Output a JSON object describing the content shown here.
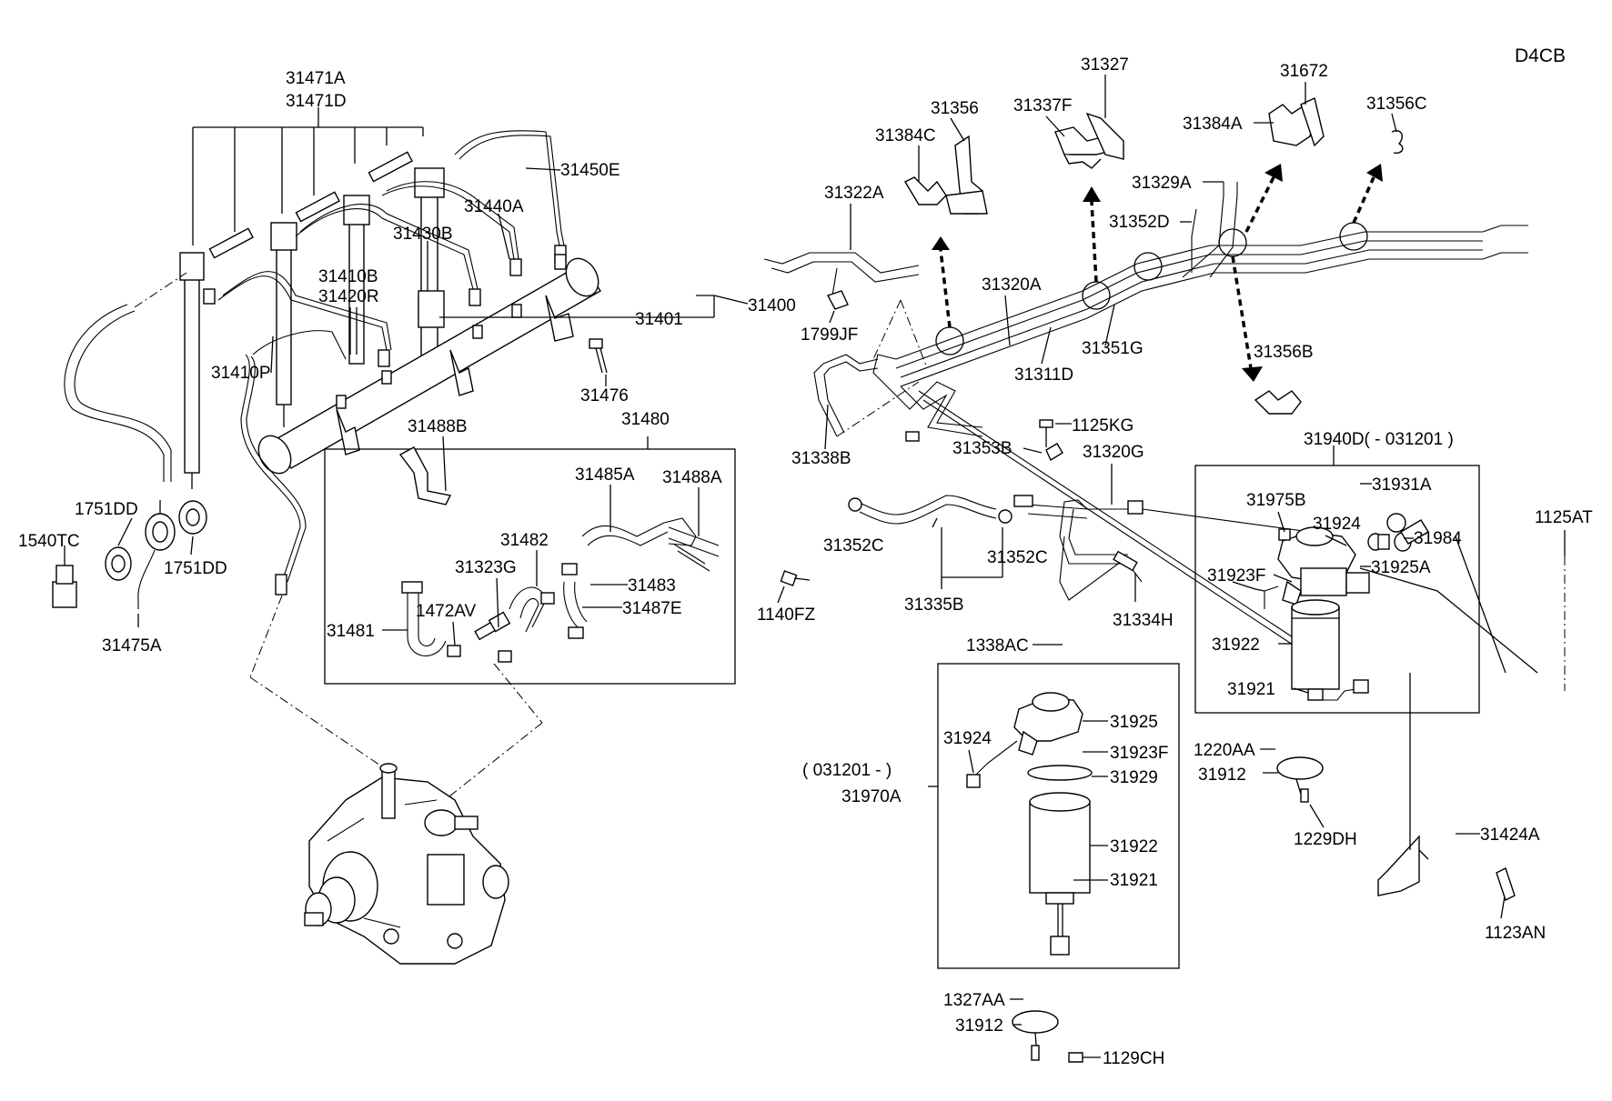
{
  "engine_code": "D4CB",
  "labels": [
    "31471A",
    "31471D",
    "31450E",
    "31440A",
    "31430B",
    "31410B",
    "31420R",
    "31401",
    "31400",
    "31410P",
    "31476",
    "31480",
    "31488B",
    "31485A",
    "31488A",
    "31482",
    "31323G",
    "31483",
    "31487E",
    "1472AV",
    "31481",
    "1140FZ",
    "1751DD",
    "1540TC",
    "1751DD",
    "31475A",
    "31356",
    "31384C",
    "31327",
    "31337F",
    "31672",
    "31384A",
    "31356C",
    "31322A",
    "31329A",
    "31352D",
    "31320A",
    "31311D",
    "31351G",
    "1799JF",
    "31356B",
    "31338B",
    "1125KG",
    "31353B",
    "31320G",
    "31940D( - 031201 )",
    "31975B",
    "31931A",
    "31924",
    "31984",
    "31923F",
    "31925A",
    "31922",
    "31921",
    "1125AT",
    "31352C",
    "31352C",
    "31335B",
    "31334H",
    "1338AC",
    "31925",
    "31924",
    "31923F",
    "( 031201 - )",
    "31929",
    "31970A",
    "31922",
    "31921",
    "1220AA",
    "31912",
    "1229DH",
    "31424A",
    "1123AN",
    "1327AA",
    "31912",
    "1129CH"
  ]
}
